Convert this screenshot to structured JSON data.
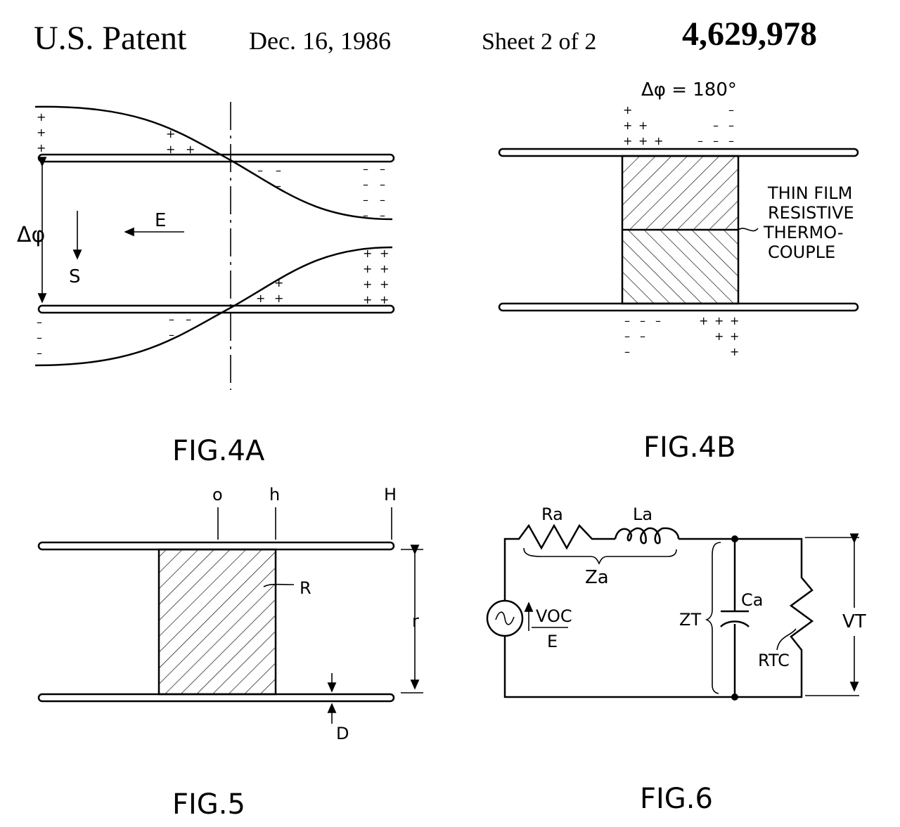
{
  "header": {
    "title": "U.S. Patent",
    "date": "Dec. 16, 1986",
    "sheet": "Sheet 2 of 2",
    "patent_number": "4,629,978"
  },
  "fig4a": {
    "caption": "FIG.4A",
    "delta_phi": "Δφ",
    "field_label": "E",
    "s_label": "S",
    "plus": "+",
    "minus": "–"
  },
  "fig4b": {
    "caption": "FIG.4B",
    "phase": "Δφ = 180°",
    "annotation": [
      "THIN FILM",
      "RESISTIVE",
      "THERMO-",
      "COUPLE"
    ]
  },
  "fig5": {
    "caption": "FIG.5",
    "o": "o",
    "h": "h",
    "H": "H",
    "R": "R",
    "r": "r",
    "D": "D"
  },
  "fig6": {
    "caption": "FIG.6",
    "Ra": "Ra",
    "La": "La",
    "Za": "Za",
    "Voc": "VOC",
    "E": "E",
    "ZT": "ZT",
    "Ca": "Ca",
    "RTC": "RTC",
    "VT": "VT"
  }
}
